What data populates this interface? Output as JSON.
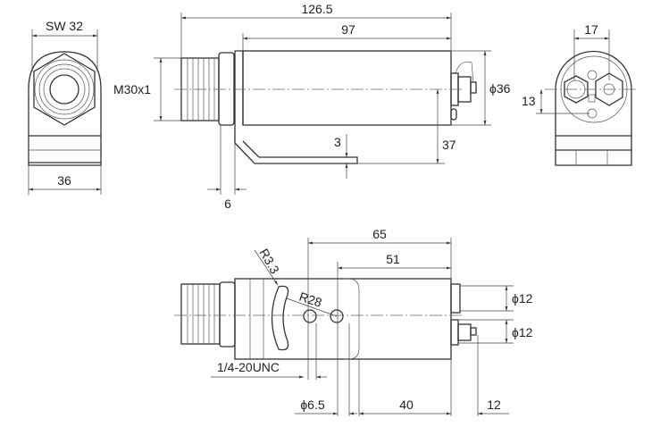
{
  "front_view": {
    "across_flats": "SW 32",
    "width": "36"
  },
  "side_view": {
    "overall_length": "126.5",
    "body_length": "97",
    "thread": "M30x1",
    "diameter": "ϕ36",
    "bracket_height": "37",
    "bracket_thickness": "3",
    "nut_width": "6"
  },
  "end_view": {
    "connector_spacing": "17",
    "connector_offset": "13"
  },
  "bottom_view": {
    "hole1_distance": "65",
    "hole2_distance": "51",
    "slot_radius": "R3.3",
    "arc_radius": "R28",
    "thread_hole": "1/4-20UNC",
    "hole_diameter": "ϕ6.5",
    "flat_length": "40",
    "connector_protrusion": "12",
    "connector1_diameter": "ϕ12",
    "connector2_diameter": "ϕ12"
  }
}
